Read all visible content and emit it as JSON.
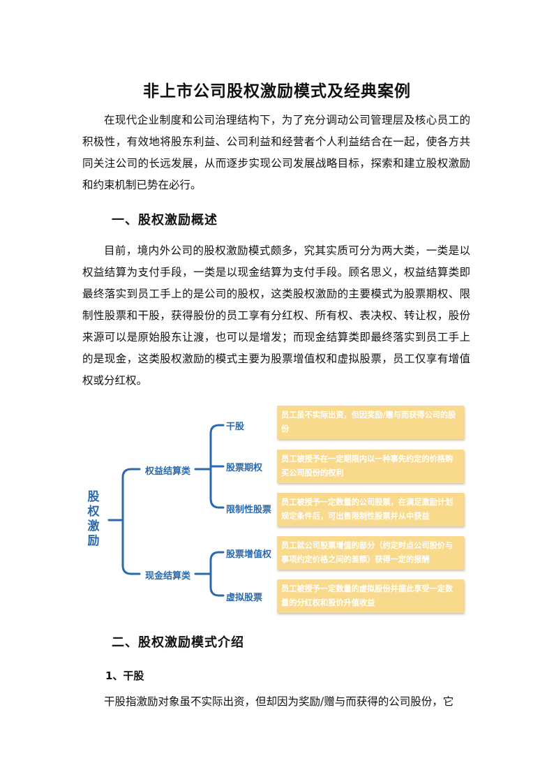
{
  "title": "非上市公司股权激励模式及经典案例",
  "intro": "在现代企业制度和公司治理结构下，为了充分调动公司管理层及核心员工的积极性，有效地将股东利益、公司利益和经营者个人利益结合在一起，使各方共同关注公司的长远发展，从而逐步实现公司发展战略目标，探索和建立股权激励和约束机制已势在必行。",
  "section1": {
    "heading": "一、股权激励概述",
    "body": "目前，境内外公司的股权激励模式颇多，究其实质可分为两大类，一类是以权益结算为支付手段，一类是以现金结算为支付手段。顾名思义，权益结算类即最终落实到员工手上的是公司的股权，这类股权激励的主要模式为股票期权、限制性股票和干股，获得股份的员工享有分红权、所有权、表决权、转让权，股份来源可以是原始股东让渡，也可以是增发；而现金结算类即最终落实到员工手上的是现金，这类股权激励的模式主要为股票增值权和虚拟股票，员工仅享有增值权或分红权。"
  },
  "diagram": {
    "root": "股权激励",
    "categories": [
      {
        "label": "权益结算类",
        "items": [
          {
            "label": "干股",
            "desc": "员工虽不实际出资，但因奖励/赠与而获得公司的股份"
          },
          {
            "label": "股票期权",
            "desc": "员工被授予在一定期限内以一种事先约定的价格购买公司股份的权利"
          },
          {
            "label": "限制性股票",
            "desc": "员工被授予一定数量的公司股票，在满足激励计划规定条件后，可出售限制性股票并从中获益"
          }
        ]
      },
      {
        "label": "现金结算类",
        "items": [
          {
            "label": "股票增值权",
            "desc": "员工就公司股票增值的部分（约定时点公司股价与事项约定价格之间的差额）获得一定的报酬"
          },
          {
            "label": "虚拟股票",
            "desc": "员工被授予一定数量的虚拟股份并据此享受一定数量的分红权和股价升值收益"
          }
        ]
      }
    ],
    "colors": {
      "line": "#2a6aad",
      "note_bg": "#f9d98c",
      "note_text": "#ffffff"
    }
  },
  "section2": {
    "heading": "二、股权激励模式介绍",
    "sub1": "1、干股",
    "sub1_body": "干股指激励对象虽不实际出资，但却因为奖励/赠与而获得的公司股份，它"
  }
}
